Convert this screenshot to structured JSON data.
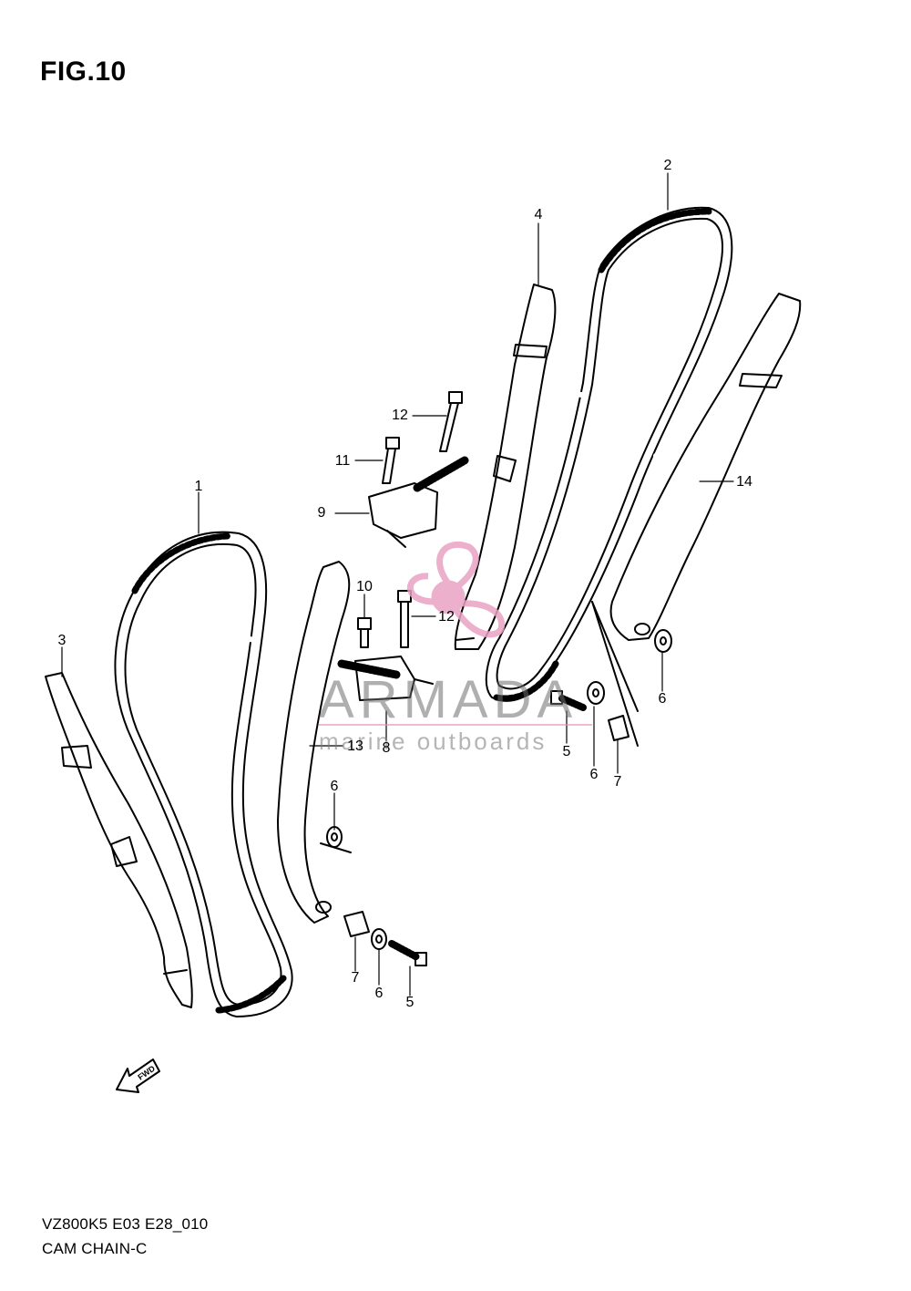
{
  "figure": {
    "title": "FIG.10"
  },
  "part_labels": [
    "1",
    "2",
    "3",
    "4",
    "5",
    "6",
    "7",
    "8",
    "9",
    "10",
    "11",
    "12",
    "13",
    "14"
  ],
  "footer": {
    "model_code": "VZ800K5 E03 E28_010",
    "section_name": "CAM CHAIN-C"
  },
  "fwd_arrow": {
    "label": "FWD"
  },
  "watermark": {
    "brand": "ARMADA",
    "tagline": "marine outboards",
    "color": "#e9a2c4"
  }
}
